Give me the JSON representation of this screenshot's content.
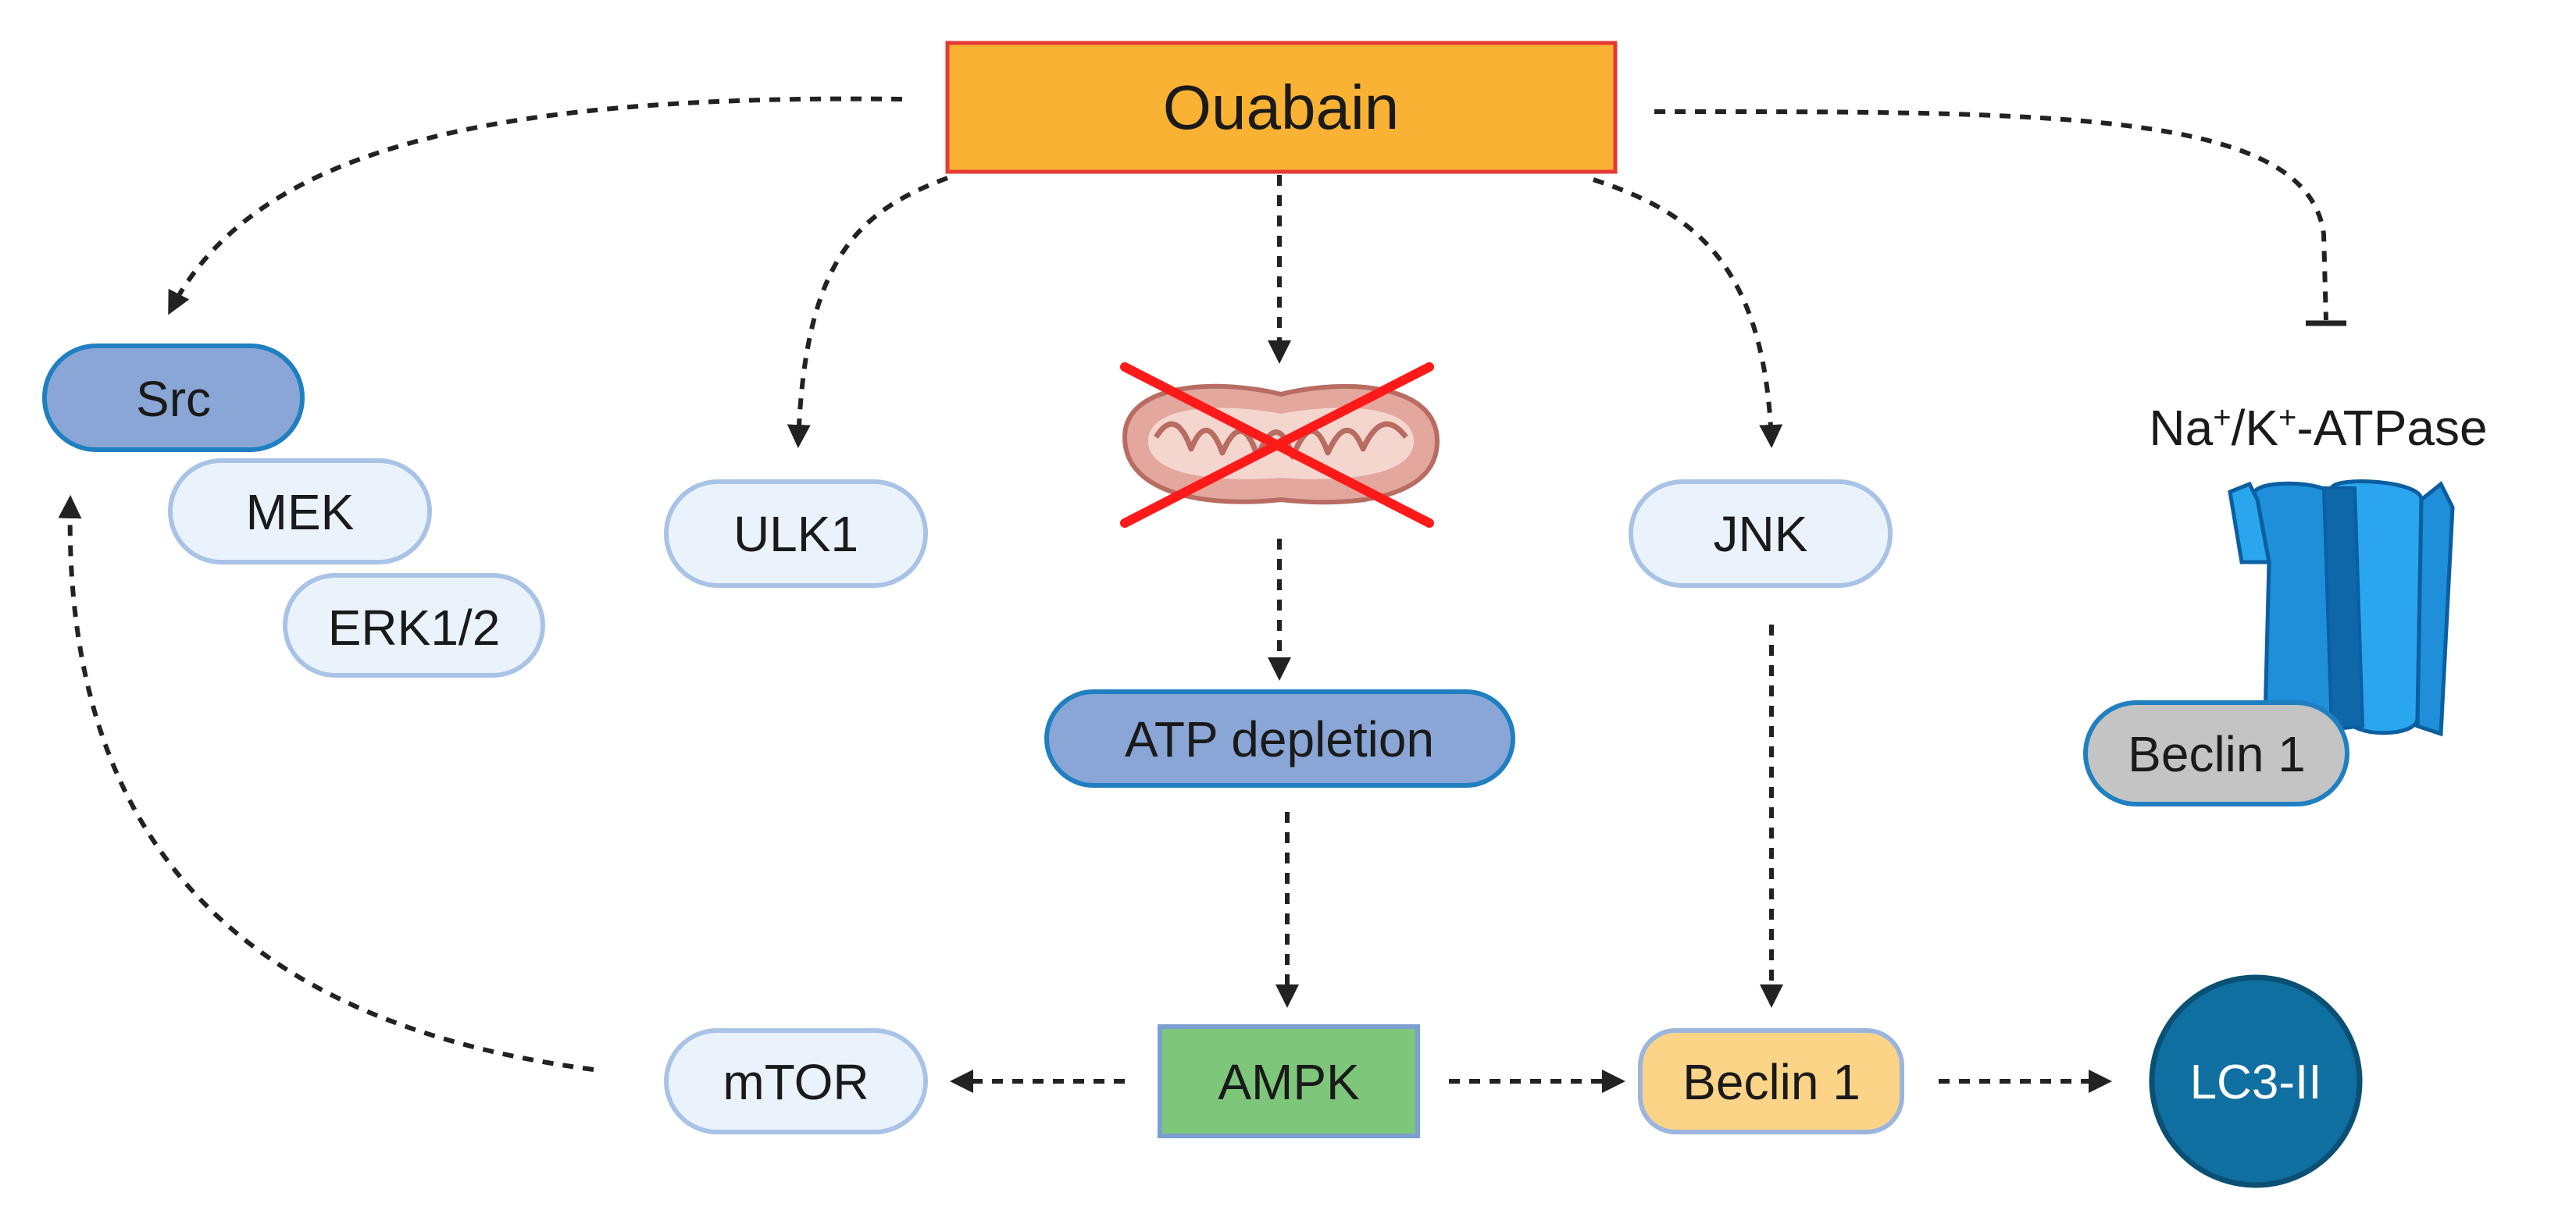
{
  "nodes": {
    "ouabain": "Ouabain",
    "src": "Src",
    "mek": "MEK",
    "erk": "ERK1/2",
    "ulk1": "ULK1",
    "atp_depletion": "ATP depletion",
    "jnk": "JNK",
    "atpase_na": "Na",
    "atpase_plus": "+",
    "atpase_slash_k": "/K",
    "atpase_suffix": "-ATPase",
    "beclin_membrane": "Beclin 1",
    "mtor": "mTOR",
    "ampk": "AMPK",
    "beclin": "Beclin 1",
    "lc3": "LC3-II"
  },
  "colors": {
    "ouabain_fill": "#f9b233",
    "ouabain_border": "#e53935",
    "src_fill": "#8aa6d6",
    "src_border": "#1f7fc1",
    "pale_fill": "#eaf2fc",
    "pale_border": "#a9c3e6",
    "atp_fill": "#8aa6d6",
    "atp_border": "#1f7fc1",
    "ampk_fill": "#7dc67a",
    "ampk_border": "#7a9fd0",
    "beclin_fill": "#fbd488",
    "beclin_border": "#9bb5dd",
    "beclin_membrane_fill": "#c4c4c4",
    "beclin_membrane_border": "#1f7fc1",
    "lc3_fill": "#0f6fa0",
    "lc3_border": "#0a4f74",
    "channel_fill": "#1e8fd8",
    "mito_fill": "#e3a79d",
    "cross": "#ff1a1a"
  },
  "icons": {
    "mitochondrion": "mitochondrion-icon",
    "atpase_channel": "ion-channel-icon"
  }
}
